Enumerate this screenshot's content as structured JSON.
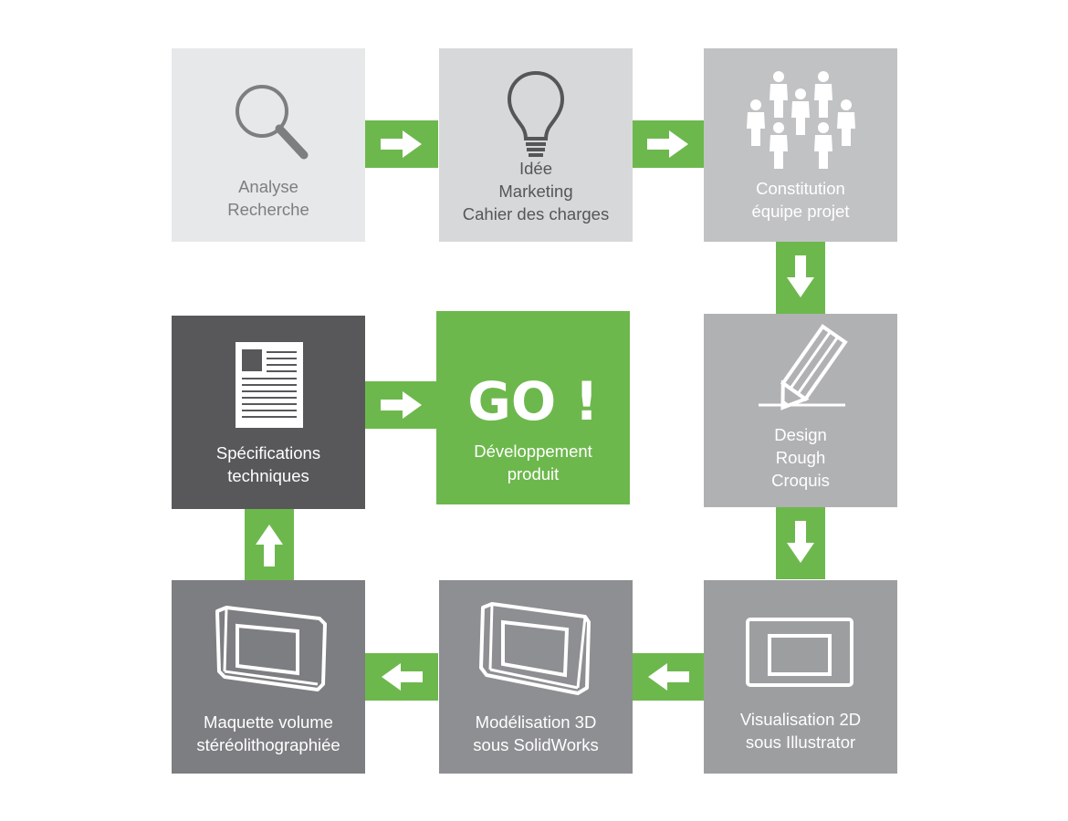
{
  "steps": {
    "analyse": {
      "lines": [
        "Analyse",
        "Recherche"
      ],
      "bg": "#e7e8e9",
      "fg": "#7d7e80",
      "icon": "magnifier-icon"
    },
    "idee": {
      "lines": [
        "Idée",
        "Marketing",
        "Cahier des charges"
      ],
      "bg": "#d7d8d9",
      "fg": "#555658",
      "icon": "lightbulb-icon"
    },
    "equipe": {
      "lines": [
        "Constitution",
        "équipe projet"
      ],
      "bg": "#c1c2c4",
      "fg": "#ffffff",
      "icon": "people-icon"
    },
    "design": {
      "lines": [
        "Design",
        "Rough",
        "Croquis"
      ],
      "bg": "#b0b1b3",
      "fg": "#ffffff",
      "icon": "pencil-icon"
    },
    "visualisation": {
      "lines": [
        "Visualisation 2D",
        "sous Illustrator"
      ],
      "bg": "#9d9ea0",
      "fg": "#ffffff",
      "icon": "flat-frame-icon"
    },
    "modelisation": {
      "lines": [
        "Modélisation 3D",
        "sous SolidWorks"
      ],
      "bg": "#8e8f92",
      "fg": "#ffffff",
      "icon": "3d-frame-icon"
    },
    "maquette": {
      "lines": [
        "Maquette volume",
        "stéréolithographiée"
      ],
      "bg": "#7d7e81",
      "fg": "#ffffff",
      "icon": "3d-frame-icon"
    },
    "specs": {
      "lines": [
        "Spécifications",
        "techniques"
      ],
      "bg": "#58585b",
      "fg": "#ffffff",
      "icon": "document-icon"
    },
    "go": {
      "title": "GO !",
      "lines": [
        "Développement",
        "produit"
      ],
      "bg": "#6db84d",
      "fg": "#ffffff"
    }
  },
  "colors": {
    "connector": "#6db84d",
    "arrow": "#ffffff"
  },
  "flow": [
    [
      "analyse",
      "idee",
      "right"
    ],
    [
      "idee",
      "equipe",
      "right"
    ],
    [
      "equipe",
      "design",
      "down"
    ],
    [
      "design",
      "visualisation",
      "down"
    ],
    [
      "visualisation",
      "modelisation",
      "left"
    ],
    [
      "modelisation",
      "maquette",
      "left"
    ],
    [
      "maquette",
      "specs",
      "up"
    ],
    [
      "specs",
      "go",
      "right"
    ]
  ]
}
